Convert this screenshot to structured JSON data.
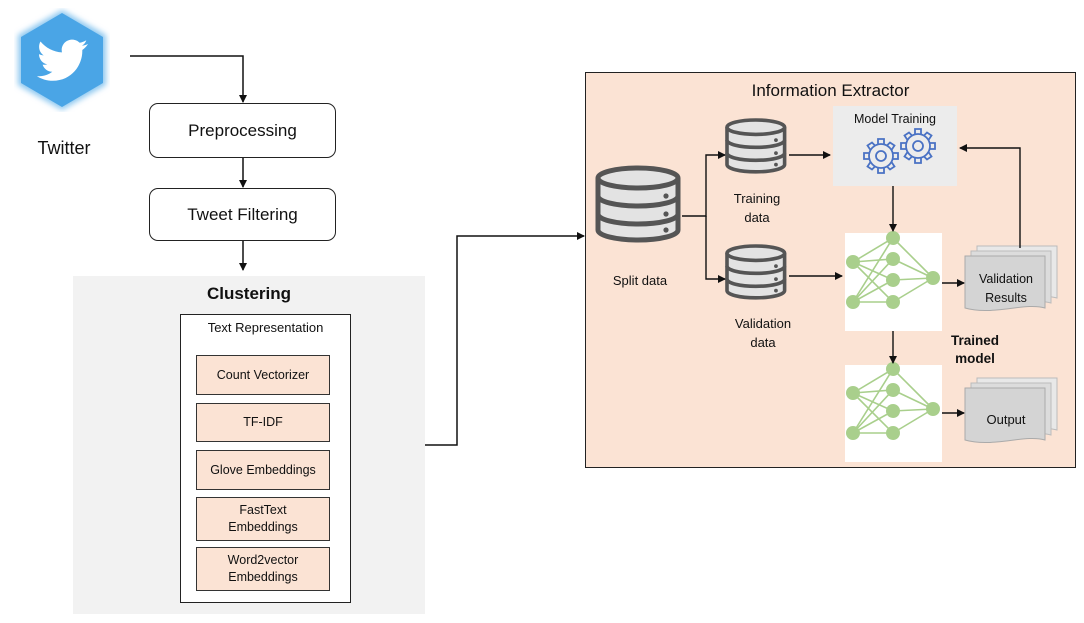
{
  "source": {
    "label": "Twitter",
    "icon": "twitter-bird-icon",
    "color": "#4aa5e6"
  },
  "pipeline": {
    "preprocessing": "Preprocessing",
    "tweet_filtering": "Tweet Filtering"
  },
  "clustering": {
    "title": "Clustering",
    "text_representation": {
      "title": "Text Representation",
      "methods": [
        "Count Vectorizer",
        "TF-IDF",
        "Glove Embeddings",
        "FastText\nEmbeddings",
        "Word2vector\nEmbeddings"
      ]
    }
  },
  "extractor": {
    "title": "Information Extractor",
    "split_data": "Split data",
    "training_data": "Training\ndata",
    "validation_data": "Validation\ndata",
    "model_training": "Model Training",
    "validation_results": "Validation\nResults",
    "trained_model": "Trained\nmodel",
    "output": "Output"
  },
  "colors": {
    "panel": "#f2f2f2",
    "peach": "#fbe3d4",
    "node": "#a9cf8c",
    "edge": "#a9cf8c",
    "gear": "#4a72c4"
  }
}
